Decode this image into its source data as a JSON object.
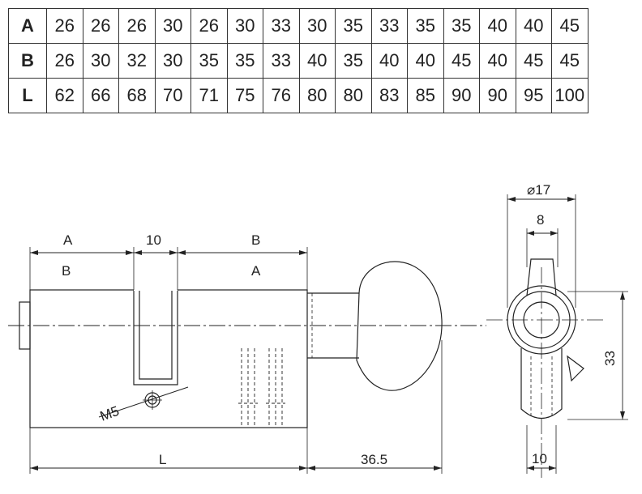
{
  "table": {
    "rows": [
      {
        "label": "A",
        "values": [
          "26",
          "26",
          "26",
          "30",
          "26",
          "30",
          "33",
          "30",
          "35",
          "33",
          "35",
          "35",
          "40",
          "40",
          "45"
        ]
      },
      {
        "label": "B",
        "values": [
          "26",
          "30",
          "32",
          "30",
          "35",
          "35",
          "33",
          "40",
          "35",
          "40",
          "40",
          "45",
          "40",
          "45",
          "45"
        ]
      },
      {
        "label": "L",
        "values": [
          "62",
          "66",
          "68",
          "70",
          "71",
          "75",
          "76",
          "80",
          "80",
          "83",
          "85",
          "90",
          "90",
          "95",
          "100"
        ]
      }
    ]
  },
  "side_view": {
    "dim_a_top": "A",
    "dim_b_below_a": "B",
    "dim_cam": "10",
    "dim_b_top": "B",
    "dim_a_below_b": "A",
    "dim_total": "L",
    "dim_knob": "36.5",
    "screw_label": "M5"
  },
  "end_view": {
    "dim_diameter": "⌀17",
    "dim_inner": "8",
    "dim_height": "33",
    "dim_bottom": "10"
  }
}
